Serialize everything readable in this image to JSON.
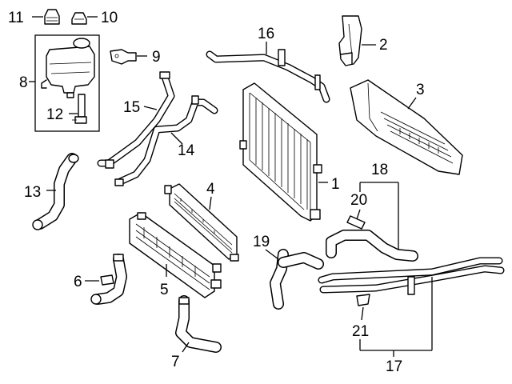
{
  "diagram": {
    "callouts": [
      {
        "id": "c1",
        "text": "1"
      },
      {
        "id": "c2",
        "text": "2"
      },
      {
        "id": "c3",
        "text": "3"
      },
      {
        "id": "c4",
        "text": "4"
      },
      {
        "id": "c5",
        "text": "5"
      },
      {
        "id": "c6",
        "text": "6"
      },
      {
        "id": "c7",
        "text": "7"
      },
      {
        "id": "c8",
        "text": "8"
      },
      {
        "id": "c9",
        "text": "9"
      },
      {
        "id": "c10",
        "text": "10"
      },
      {
        "id": "c11",
        "text": "11"
      },
      {
        "id": "c12",
        "text": "12"
      },
      {
        "id": "c13",
        "text": "13"
      },
      {
        "id": "c14",
        "text": "14"
      },
      {
        "id": "c15",
        "text": "15"
      },
      {
        "id": "c16",
        "text": "16"
      },
      {
        "id": "c17",
        "text": "17"
      },
      {
        "id": "c18",
        "text": "18"
      },
      {
        "id": "c19",
        "text": "19"
      },
      {
        "id": "c20",
        "text": "20"
      },
      {
        "id": "c21",
        "text": "21"
      }
    ]
  }
}
